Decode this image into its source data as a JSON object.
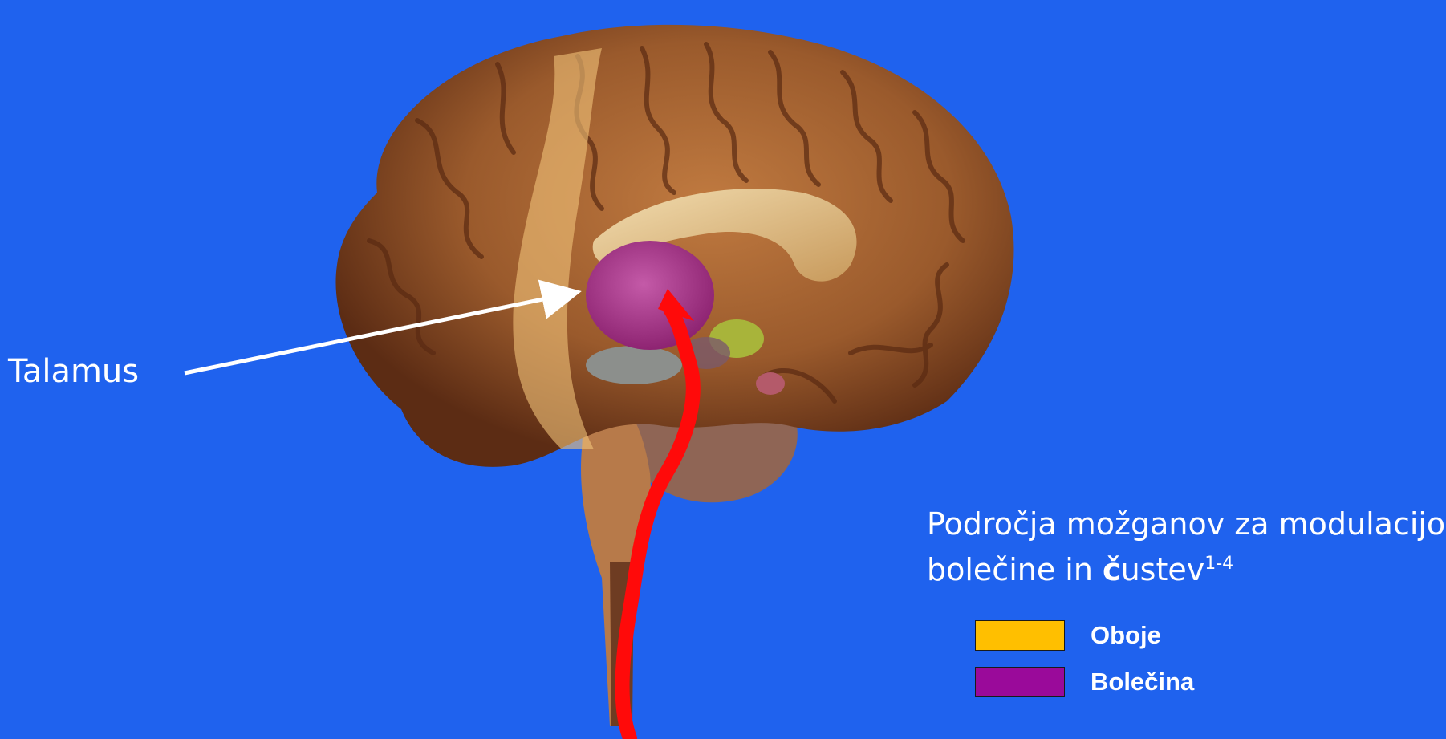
{
  "labels": {
    "talamus": "Talamus"
  },
  "caption": {
    "line1": "Področja možganov za modulacijo",
    "line2_pre": "bolečine in ",
    "line2_bold": "č",
    "line2_post": "ustev",
    "superscript": "1-4"
  },
  "legend": [
    {
      "label": "Oboje",
      "color": "#ffbf00"
    },
    {
      "label": "Bolečina",
      "color": "#9a0a9a"
    }
  ],
  "colors": {
    "background": "#1f62ee",
    "thalamus": "#b1368f",
    "pathway": "#ff0a0a",
    "pointer": "#ffffff"
  }
}
